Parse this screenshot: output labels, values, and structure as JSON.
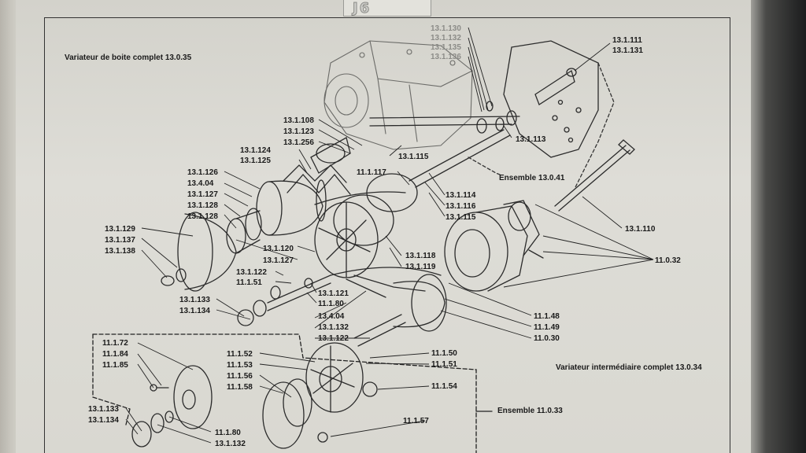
{
  "logo": {
    "text": "J6"
  },
  "titles": {
    "variateur_boite": "Variateur de boite complet 13.0.35",
    "variateur_intermediaire": "Variateur intermédiaire complet 13.0.34",
    "ensemble_41": "Ensemble 13.0.41",
    "ensemble_33": "Ensemble 11.0.33"
  },
  "part_labels": {
    "a1": "13.1.130",
    "a2": "13.1.132",
    "a3": "13.1.135",
    "a4": "13.1.136",
    "b1": "13.1.111",
    "b2": "13.1.131",
    "c1": "13.1.108",
    "c2": "13.1.123",
    "c3": "13.1.256",
    "d1": "13.1.124",
    "d2": "13.1.125",
    "e1": "13.1.115",
    "e2": "13.1.113",
    "f1": "13.1.126",
    "f2": "13.4.04",
    "f3": "13.1.127",
    "f4": "13.1.128",
    "f5": "13.1.128",
    "g1": "11.1.117",
    "h1": "13.1.114",
    "h2": "13.1.116",
    "h3": "13.1.115",
    "i1": "13.1.110",
    "j1": "13.1.129",
    "j2": "13.1.137",
    "j3": "13.1.138",
    "k1": "13.1.120",
    "k2": "13.1.127",
    "l1": "13.1.118",
    "l2": "13.1.119",
    "m1": "11.0.32",
    "n1": "13.1.122",
    "n2": "11.1.51",
    "o1": "13.1.121",
    "o2": "11.1.80",
    "p1": "13.1.133",
    "p2": "13.1.134",
    "q1": "13.4.04",
    "q2": "13.1.132",
    "q3": "13.1.122",
    "r1": "11.1.48",
    "r2": "11.1.49",
    "r3": "11.0.30",
    "s1": "11.1.72",
    "s2": "11.1.84",
    "s3": "11.1.85",
    "t1": "11.1.52",
    "t2": "11.1.53",
    "t3": "11.1.56",
    "t4": "11.1.58",
    "u1": "11.1.50",
    "u2": "11.1.51",
    "v1": "11.1.54",
    "w1": "13.1.133",
    "w2": "13.1.134",
    "x1": "11.1.57",
    "y1": "11.1.80",
    "y2": "13.1.132"
  }
}
